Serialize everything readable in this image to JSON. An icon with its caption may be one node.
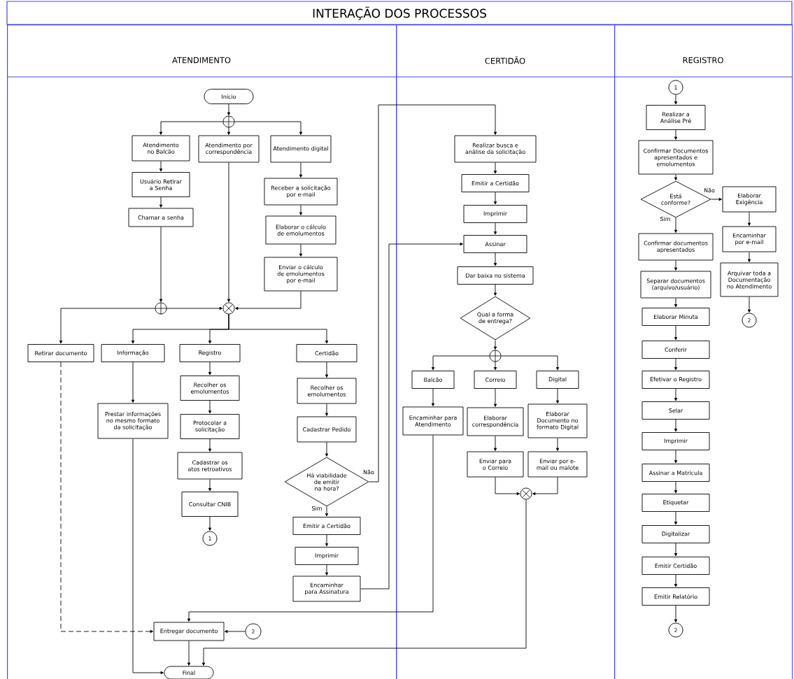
{
  "diagram": {
    "title": "INTERAÇÃO DOS PROCESSOS",
    "nodes": [
      {
        "text": [
          "ATENDIMENTO"
        ]
      },
      {
        "text": [
          "CERTIDÃO"
        ]
      },
      {
        "text": [
          "REGISTRO"
        ]
      },
      {
        "text": [
          "Início"
        ],
        "in": 0
      },
      {
        "text": [],
        "shape": "plus",
        "in": 0
      },
      {
        "text": [
          "Atendimento no Balcão"
        ],
        "in": 0
      },
      {
        "text": [
          "Atendimento por correspondência"
        ],
        "in": 0
      },
      {
        "text": [
          "Atendimento digital"
        ],
        "in": 0
      },
      {
        "text": [
          "Usuário Retirar a Senha"
        ],
        "in": 0
      },
      {
        "text": [
          "Chamar a senha"
        ],
        "in": 0
      },
      {
        "text": [
          "Receber a solicitação por e-mail"
        ],
        "in": 0
      },
      {
        "text": [
          "Elaborar o cálculo de emolumentos"
        ],
        "in": 0
      },
      {
        "text": [
          "Enviar o cálculo de emolumentos por e-mail"
        ],
        "in": 0
      },
      {
        "text": [],
        "shape": "plus",
        "in": 0
      },
      {
        "text": [],
        "shape": "cross",
        "in": 0
      },
      {
        "text": [
          "Retirar documento"
        ],
        "in": 0
      },
      {
        "text": [
          "Informação"
        ],
        "in": 0
      },
      {
        "text": [
          "Registro"
        ],
        "in": 0
      },
      {
        "text": [
          "Certidão"
        ],
        "in": 0
      },
      {
        "text": [
          "Recolher os emolumentos"
        ],
        "in": 0
      },
      {
        "text": [
          "Protocolar a solicitação"
        ],
        "in": 0
      },
      {
        "text": [
          "Cadastrar os atos retroativos"
        ],
        "in": 0
      },
      {
        "text": [
          "Consultar CNIB"
        ],
        "in": 0
      },
      {
        "text": [
          "1"
        ],
        "in": 0
      },
      {
        "text": [
          "Prestar informações no mesmo formato da solicitação"
        ],
        "in": 0
      },
      {
        "text": [
          "Recolher os emolumentos"
        ],
        "in": 0
      },
      {
        "text": [
          "Cadastrar Pedido"
        ],
        "in": 0
      },
      {
        "text": [
          "Há viabilidade de emitir na hora?"
        ],
        "in": 0
      },
      {
        "text": [
          "Emitir a Certidão"
        ],
        "in": 0
      },
      {
        "text": [
          "Imprimir"
        ],
        "in": 0
      },
      {
        "text": [
          "Encaminhar para Assinatura"
        ],
        "in": 0
      },
      {
        "text": [
          "Entregar documento"
        ],
        "in": 0
      },
      {
        "text": [
          "2"
        ],
        "in": 0
      },
      {
        "text": [
          "Final"
        ],
        "in": 0
      },
      {
        "text": [
          "Realizar busca e análise da solicitação"
        ],
        "in": 1
      },
      {
        "text": [
          "Emitir a Certidão"
        ],
        "in": 1
      },
      {
        "text": [
          "Imprimir"
        ],
        "in": 1
      },
      {
        "text": [
          "Assinar"
        ],
        "in": 1
      },
      {
        "text": [
          "Dar baixa no sistema"
        ],
        "in": 1
      },
      {
        "text": [
          "Qual a forma de entrega?"
        ],
        "in": 1
      },
      {
        "text": [],
        "shape": "plus",
        "in": 1
      },
      {
        "text": [
          "Balcão"
        ],
        "in": 1
      },
      {
        "text": [
          "Correio"
        ],
        "in": 1
      },
      {
        "text": [
          "Digital"
        ],
        "in": 1
      },
      {
        "text": [
          "Encaminhar para Atendimento"
        ],
        "in": 1
      },
      {
        "text": [
          "Elaborar correspondência"
        ],
        "in": 1
      },
      {
        "text": [
          "Elaborar Documento no formato Digital"
        ],
        "in": 1
      },
      {
        "text": [
          "Enviar para o Correio"
        ],
        "in": 1
      },
      {
        "text": [
          "Enviar por e-mail ou malote"
        ],
        "in": 1
      },
      {
        "text": [],
        "shape": "cross",
        "in": 1
      },
      {
        "text": [
          "1"
        ],
        "in": 2
      },
      {
        "text": [
          "Realizar a Análise Pré"
        ],
        "in": 2
      },
      {
        "text": [
          "Confirmar Documentos apresentados e emolumentos"
        ],
        "in": 2
      },
      {
        "text": [
          "Está conforme?"
        ],
        "in": 2
      },
      {
        "text": [
          "Elaborar Exigência"
        ],
        "in": 2
      },
      {
        "text": [
          "Encaminhar por e-mail"
        ],
        "in": 2
      },
      {
        "text": [
          "Arquivar toda a Documentação no Atendimento"
        ],
        "in": 2
      },
      {
        "text": [
          "2"
        ],
        "in": 2
      },
      {
        "text": [
          "Confirmar documentos apresentados"
        ],
        "in": 2
      },
      {
        "text": [
          "Separar documentos (arquivo/usuário)"
        ],
        "in": 2
      },
      {
        "text": [
          "Elaborar Minuta"
        ],
        "in": 2
      },
      {
        "text": [
          "Conferir"
        ],
        "in": 2
      },
      {
        "text": [
          "Efetivar o Registro"
        ],
        "in": 2
      },
      {
        "text": [
          "Selar"
        ],
        "in": 2
      },
      {
        "text": [
          "Imprimir"
        ],
        "in": 2
      },
      {
        "text": [
          "Assinar a Matrícula"
        ],
        "in": 2
      },
      {
        "text": [
          "Etiquetar"
        ],
        "in": 2
      },
      {
        "text": [
          "Digitalizar"
        ],
        "in": 2
      },
      {
        "text": [
          "Emitir Certidão"
        ],
        "in": 2
      },
      {
        "text": [
          "Emitir Relatório"
        ],
        "in": 2
      },
      {
        "text": [
          "2"
        ],
        "in": 2
      }
    ],
    "edges": [
      {
        "from": 3,
        "to": 4,
        "arrow": "to"
      },
      {
        "from": 4,
        "to": 5,
        "arrow": "to"
      },
      {
        "from": 4,
        "to": 6,
        "arrow": "to"
      },
      {
        "from": 4,
        "to": 7,
        "arrow": "to"
      },
      {
        "from": 5,
        "to": 8,
        "arrow": "to"
      },
      {
        "from": 8,
        "to": 9,
        "arrow": "to"
      },
      {
        "from": 7,
        "to": 10,
        "arrow": "to"
      },
      {
        "from": 10,
        "to": 11,
        "arrow": "to"
      },
      {
        "from": 11,
        "to": 12,
        "arrow": "to"
      },
      {
        "from": 9,
        "to": 13,
        "arrow": "to"
      },
      {
        "from": 13,
        "to": 14,
        "arrow": "to"
      },
      {
        "from": 13,
        "to": 15,
        "arrow": "to"
      },
      {
        "from": 6,
        "to": 14,
        "arrow": "to"
      },
      {
        "from": 12,
        "to": 14,
        "arrow": "to"
      },
      {
        "from": 14,
        "to": 16,
        "arrow": "to"
      },
      {
        "from": 14,
        "to": 17,
        "arrow": "to"
      },
      {
        "from": 14,
        "to": 18,
        "arrow": "to"
      },
      {
        "from": 17,
        "to": 19,
        "arrow": "to"
      },
      {
        "from": 19,
        "to": 20,
        "arrow": "to"
      },
      {
        "from": 20,
        "to": 21,
        "arrow": "to"
      },
      {
        "from": 21,
        "to": 22,
        "arrow": "to"
      },
      {
        "from": 22,
        "to": 23,
        "arrow": "to"
      },
      {
        "from": 16,
        "to": 24,
        "arrow": "to"
      },
      {
        "from": 18,
        "to": 25,
        "arrow": "to"
      },
      {
        "from": 25,
        "to": 26,
        "arrow": "to"
      },
      {
        "from": 26,
        "to": 27,
        "arrow": "to"
      },
      {
        "from": 27,
        "to": 28,
        "arrow": "to",
        "label": "Sim"
      },
      {
        "from": 27,
        "to": 34,
        "arrow": "to",
        "label": "Não"
      },
      {
        "from": 28,
        "to": 29,
        "arrow": "to"
      },
      {
        "from": 29,
        "to": 30,
        "arrow": "to"
      },
      {
        "from": 30,
        "to": 37,
        "arrow": "to"
      },
      {
        "from": 24,
        "to": 33,
        "arrow": "to"
      },
      {
        "from": 15,
        "to": 31,
        "arrow": "to",
        "style": "dashed"
      },
      {
        "from": 32,
        "to": 31,
        "arrow": "to"
      },
      {
        "from": 31,
        "to": 33,
        "arrow": "to"
      },
      {
        "from": 44,
        "to": 31,
        "arrow": "to"
      },
      {
        "from": 49,
        "to": 33,
        "arrow": "to"
      },
      {
        "from": 34,
        "to": 35,
        "arrow": "to"
      },
      {
        "from": 35,
        "to": 36,
        "arrow": "to"
      },
      {
        "from": 36,
        "to": 37,
        "arrow": "to"
      },
      {
        "from": 37,
        "to": 38,
        "arrow": "to"
      },
      {
        "from": 38,
        "to": 39,
        "arrow": "to"
      },
      {
        "from": 39,
        "to": 40,
        "arrow": "to"
      },
      {
        "from": 40,
        "to": 41,
        "arrow": "to"
      },
      {
        "from": 40,
        "to": 42,
        "arrow": "to"
      },
      {
        "from": 40,
        "to": 43,
        "arrow": "to"
      },
      {
        "from": 41,
        "to": 44,
        "arrow": "to"
      },
      {
        "from": 42,
        "to": 45,
        "arrow": "to"
      },
      {
        "from": 43,
        "to": 46,
        "arrow": "to"
      },
      {
        "from": 45,
        "to": 47,
        "arrow": "to"
      },
      {
        "from": 46,
        "to": 48,
        "arrow": "to"
      },
      {
        "from": 47,
        "to": 49,
        "arrow": "to"
      },
      {
        "from": 48,
        "to": 49,
        "arrow": "to"
      },
      {
        "from": 50,
        "to": 51,
        "arrow": "to"
      },
      {
        "from": 51,
        "to": 52,
        "arrow": "to"
      },
      {
        "from": 52,
        "to": 53,
        "arrow": "to"
      },
      {
        "from": 53,
        "to": 54,
        "arrow": "to",
        "label": "Não"
      },
      {
        "from": 53,
        "to": 58,
        "arrow": "to",
        "label": "Sim"
      },
      {
        "from": 54,
        "to": 55,
        "arrow": "to"
      },
      {
        "from": 55,
        "to": 56,
        "arrow": "to"
      },
      {
        "from": 56,
        "to": 57,
        "arrow": "to"
      },
      {
        "from": 58,
        "to": 59,
        "arrow": "to"
      },
      {
        "from": 59,
        "to": 60,
        "arrow": "to"
      },
      {
        "from": 60,
        "to": 61,
        "arrow": "to"
      },
      {
        "from": 61,
        "to": 62,
        "arrow": "to"
      },
      {
        "from": 62,
        "to": 63,
        "arrow": "to"
      },
      {
        "from": 63,
        "to": 64,
        "arrow": "to"
      },
      {
        "from": 64,
        "to": 65,
        "arrow": "to"
      },
      {
        "from": 65,
        "to": 66,
        "arrow": "to"
      },
      {
        "from": 66,
        "to": 67,
        "arrow": "to"
      },
      {
        "from": 67,
        "to": 68,
        "arrow": "to"
      },
      {
        "from": 68,
        "to": 69,
        "arrow": "to"
      },
      {
        "from": 69,
        "to": 70,
        "arrow": "to"
      }
    ]
  }
}
